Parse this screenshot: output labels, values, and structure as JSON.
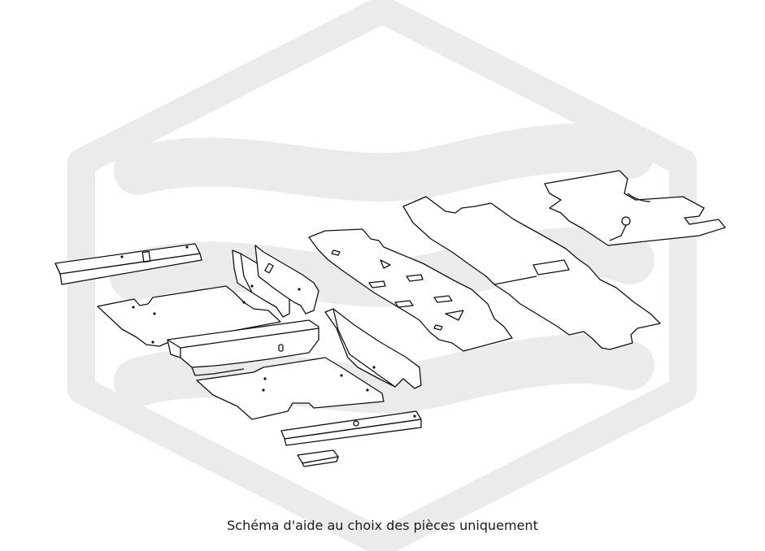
{
  "caption": "Schéma d'aide au choix des pièces uniquement",
  "colors": {
    "background": "#ffffff",
    "watermark": "#ebebeb",
    "line": "#111111"
  },
  "watermark": {
    "type": "hexagon-wave-logo"
  },
  "parts": [
    "front-crossmember-bar",
    "front-floor-pan-left",
    "seat-crossmember",
    "rear-floor-pan-left",
    "rocker-panel-inner-left",
    "rocker-panel-inner-right",
    "sill-channel-curved",
    "center-tunnel-panel",
    "right-floor-long-panel",
    "rear-trunk-floor",
    "rear-crossmember-bar",
    "small-bracket-block"
  ]
}
